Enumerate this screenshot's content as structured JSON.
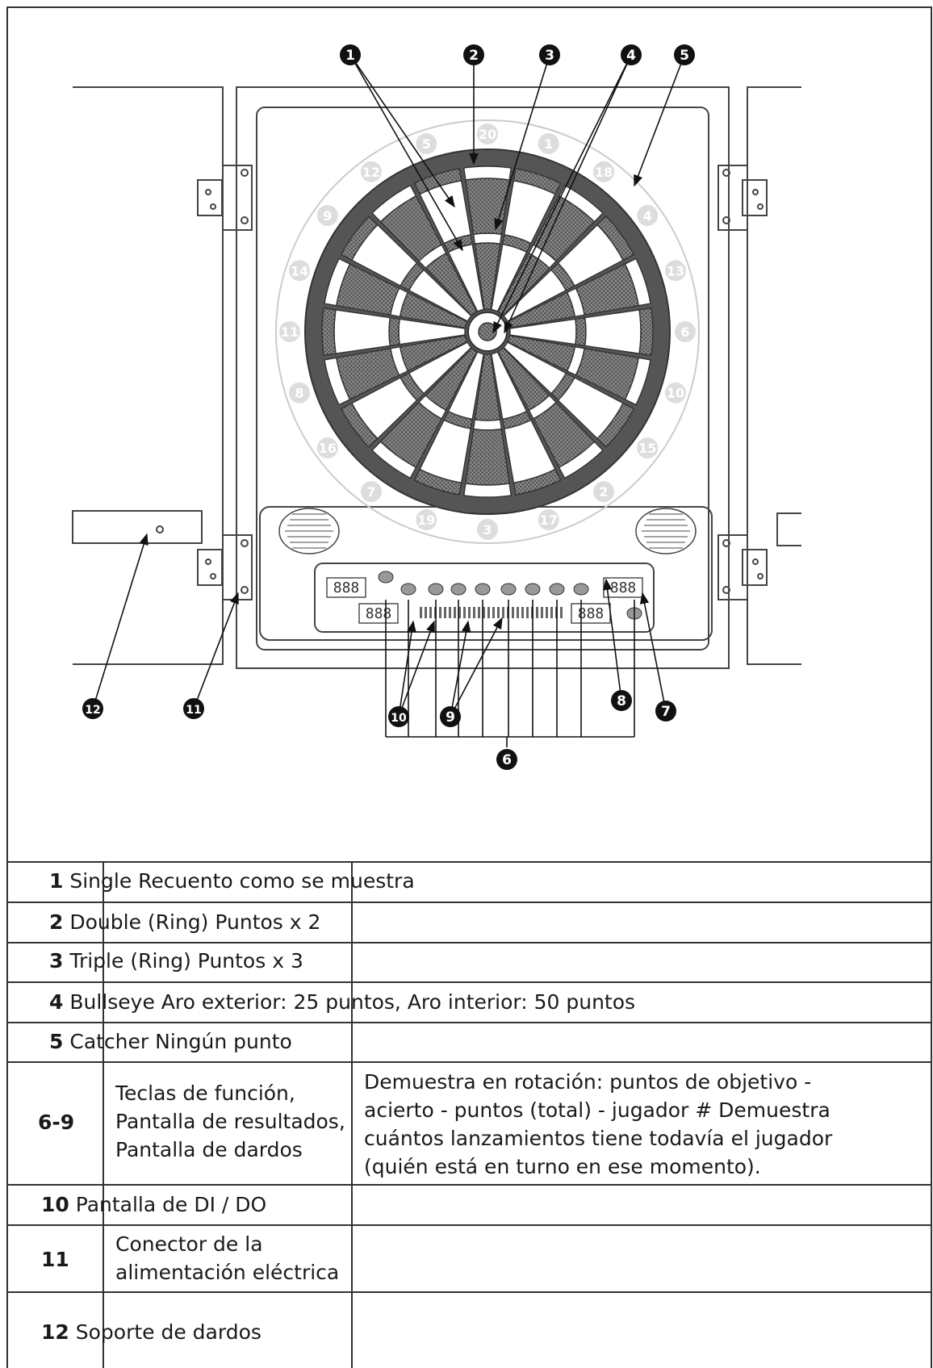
{
  "callouts": [
    "1",
    "2",
    "3",
    "4",
    "5",
    "6",
    "7",
    "8",
    "9",
    "10",
    "11",
    "12"
  ],
  "rows": [
    {
      "num": "1",
      "text": "Single Recuento como se muestra"
    },
    {
      "num": "2",
      "text": "Double (Ring) Puntos x 2"
    },
    {
      "num": "3",
      "text": "Triple (Ring) Puntos x 3"
    },
    {
      "num": "4",
      "text": "Bullseye   Aro exterior: 25 puntos, Aro interior: 50 puntos"
    },
    {
      "num": "5",
      "text": "Catcher Ningún punto"
    },
    {
      "num": "6-9",
      "lines": [
        "Teclas de función,",
        "Pantalla de resultados,",
        "Pantalla de dardos"
      ],
      "desc": [
        "Demuestra en rotación: puntos de objetivo -",
        "acierto - puntos (total) - jugador # Demuestra",
        "cuántos lanzamientos tiene todavía el jugador",
        "(quién está en turno en ese momento)."
      ]
    },
    {
      "num": "10",
      "text": "Pantalla de DI / DO"
    },
    {
      "num": "11",
      "lines": [
        "Conector de la",
        "alimentación eléctrica"
      ]
    },
    {
      "num": "12",
      "text": "Soporte de dardos"
    }
  ],
  "board": {
    "numbers": [
      "20",
      "1",
      "18",
      "4",
      "13",
      "6",
      "10",
      "15",
      "2",
      "17",
      "3",
      "19",
      "7",
      "16",
      "8",
      "11",
      "14",
      "9",
      "12",
      "5"
    ],
    "display_digits": "888"
  }
}
